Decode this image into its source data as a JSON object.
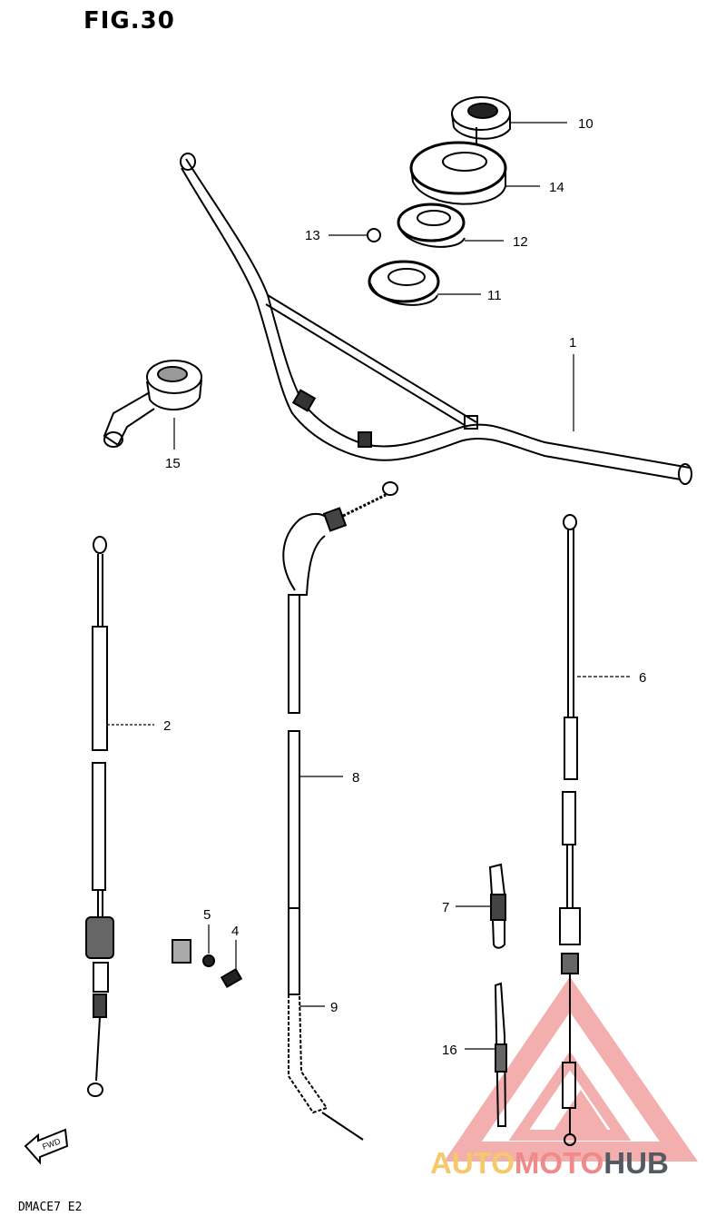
{
  "figure": {
    "title": "FIG.30",
    "code": "DMACE7 E2"
  },
  "parts": [
    {
      "id": "1",
      "label": "1"
    },
    {
      "id": "2",
      "label": "2"
    },
    {
      "id": "4",
      "label": "4"
    },
    {
      "id": "5",
      "label": "5"
    },
    {
      "id": "6",
      "label": "6"
    },
    {
      "id": "7",
      "label": "7"
    },
    {
      "id": "8",
      "label": "8"
    },
    {
      "id": "9",
      "label": "9"
    },
    {
      "id": "10",
      "label": "10"
    },
    {
      "id": "11",
      "label": "11"
    },
    {
      "id": "12",
      "label": "12"
    },
    {
      "id": "13",
      "label": "13"
    },
    {
      "id": "14",
      "label": "14"
    },
    {
      "id": "15",
      "label": "15"
    },
    {
      "id": "16",
      "label": "16"
    }
  ],
  "fwd_marker": "FWD",
  "watermark": {
    "part1": "AUTO",
    "part2": "MOTO",
    "part3": "HUB",
    "colors": {
      "auto": "#f5c96b",
      "moto": "#f08a8a",
      "hub": "#555a62",
      "triangle": "#f2a0a0"
    }
  }
}
